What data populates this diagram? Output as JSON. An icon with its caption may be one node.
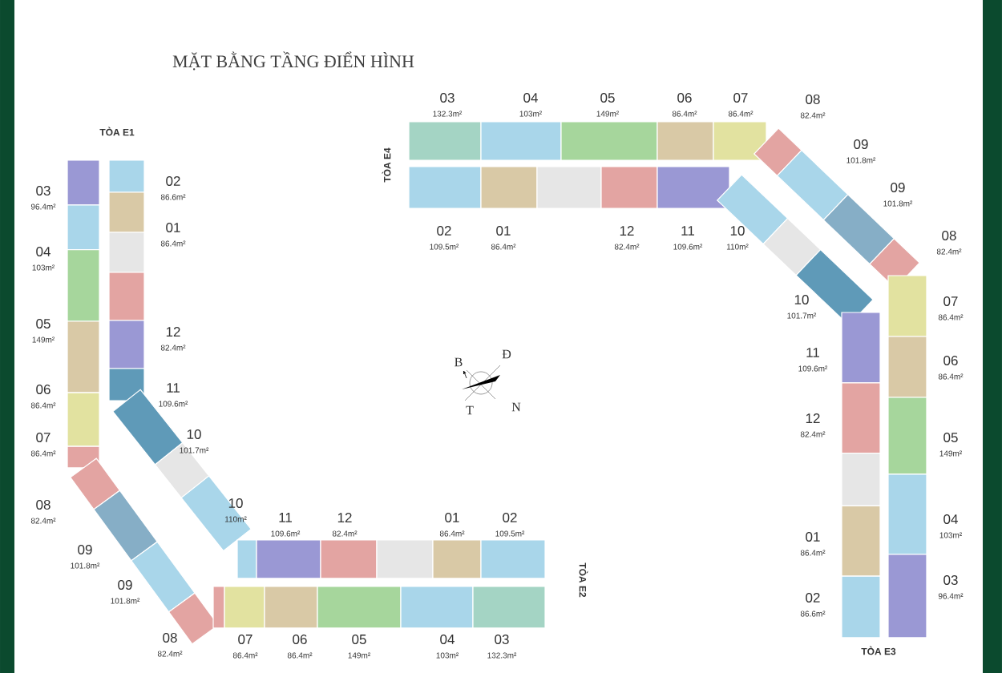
{
  "diagram": {
    "title": "MẶT BẰNG TẦNG ĐIỂN HÌNH",
    "labels": [
      "TÒA E1",
      "03",
      "96.4m²",
      "02",
      "86.6m²",
      "01",
      "86.4m²",
      "04",
      "103m²",
      "05",
      "149m²",
      "12",
      "82.4m²",
      "06",
      "86.4m²",
      "11",
      "109.6m²",
      "07",
      "86.4m²",
      "10",
      "101.7m²",
      "08",
      "82.4m²",
      "10",
      "110m²",
      "09",
      "101.8m²",
      "09",
      "101.8m²",
      "08",
      "82.4m²",
      "11",
      "109.6m²",
      "12",
      "82.4m²",
      "01",
      "86.4m²",
      "02",
      "109.5m²",
      "TÒA E2",
      "07",
      "86.4m²",
      "06",
      "86.4m²",
      "05",
      "149m²",
      "04",
      "103m²",
      "03",
      "132.3m²",
      "TÒA E4",
      "03",
      "132.3m²",
      "04",
      "103m²",
      "05",
      "149m²",
      "06",
      "86.4m²",
      "07",
      "86.4m²",
      "02",
      "109.5m²",
      "01",
      "86.4m²",
      "12",
      "82.4m²",
      "11",
      "109.6m²",
      "10",
      "110m²",
      "08",
      "82.4m²",
      "09",
      "101.8m²",
      "09",
      "101.8m²",
      "08",
      "82.4m²",
      "10",
      "101.7m²",
      "07",
      "86.4m²",
      "11",
      "109.6m²",
      "06",
      "86.4m²",
      "12",
      "82.4m²",
      "05",
      "149m²",
      "04",
      "103m²",
      "01",
      "86.4m²",
      "03",
      "96.4m²",
      "02",
      "86.6m²",
      "TÒA E3",
      "B",
      "Đ",
      "T",
      "N"
    ]
  }
}
